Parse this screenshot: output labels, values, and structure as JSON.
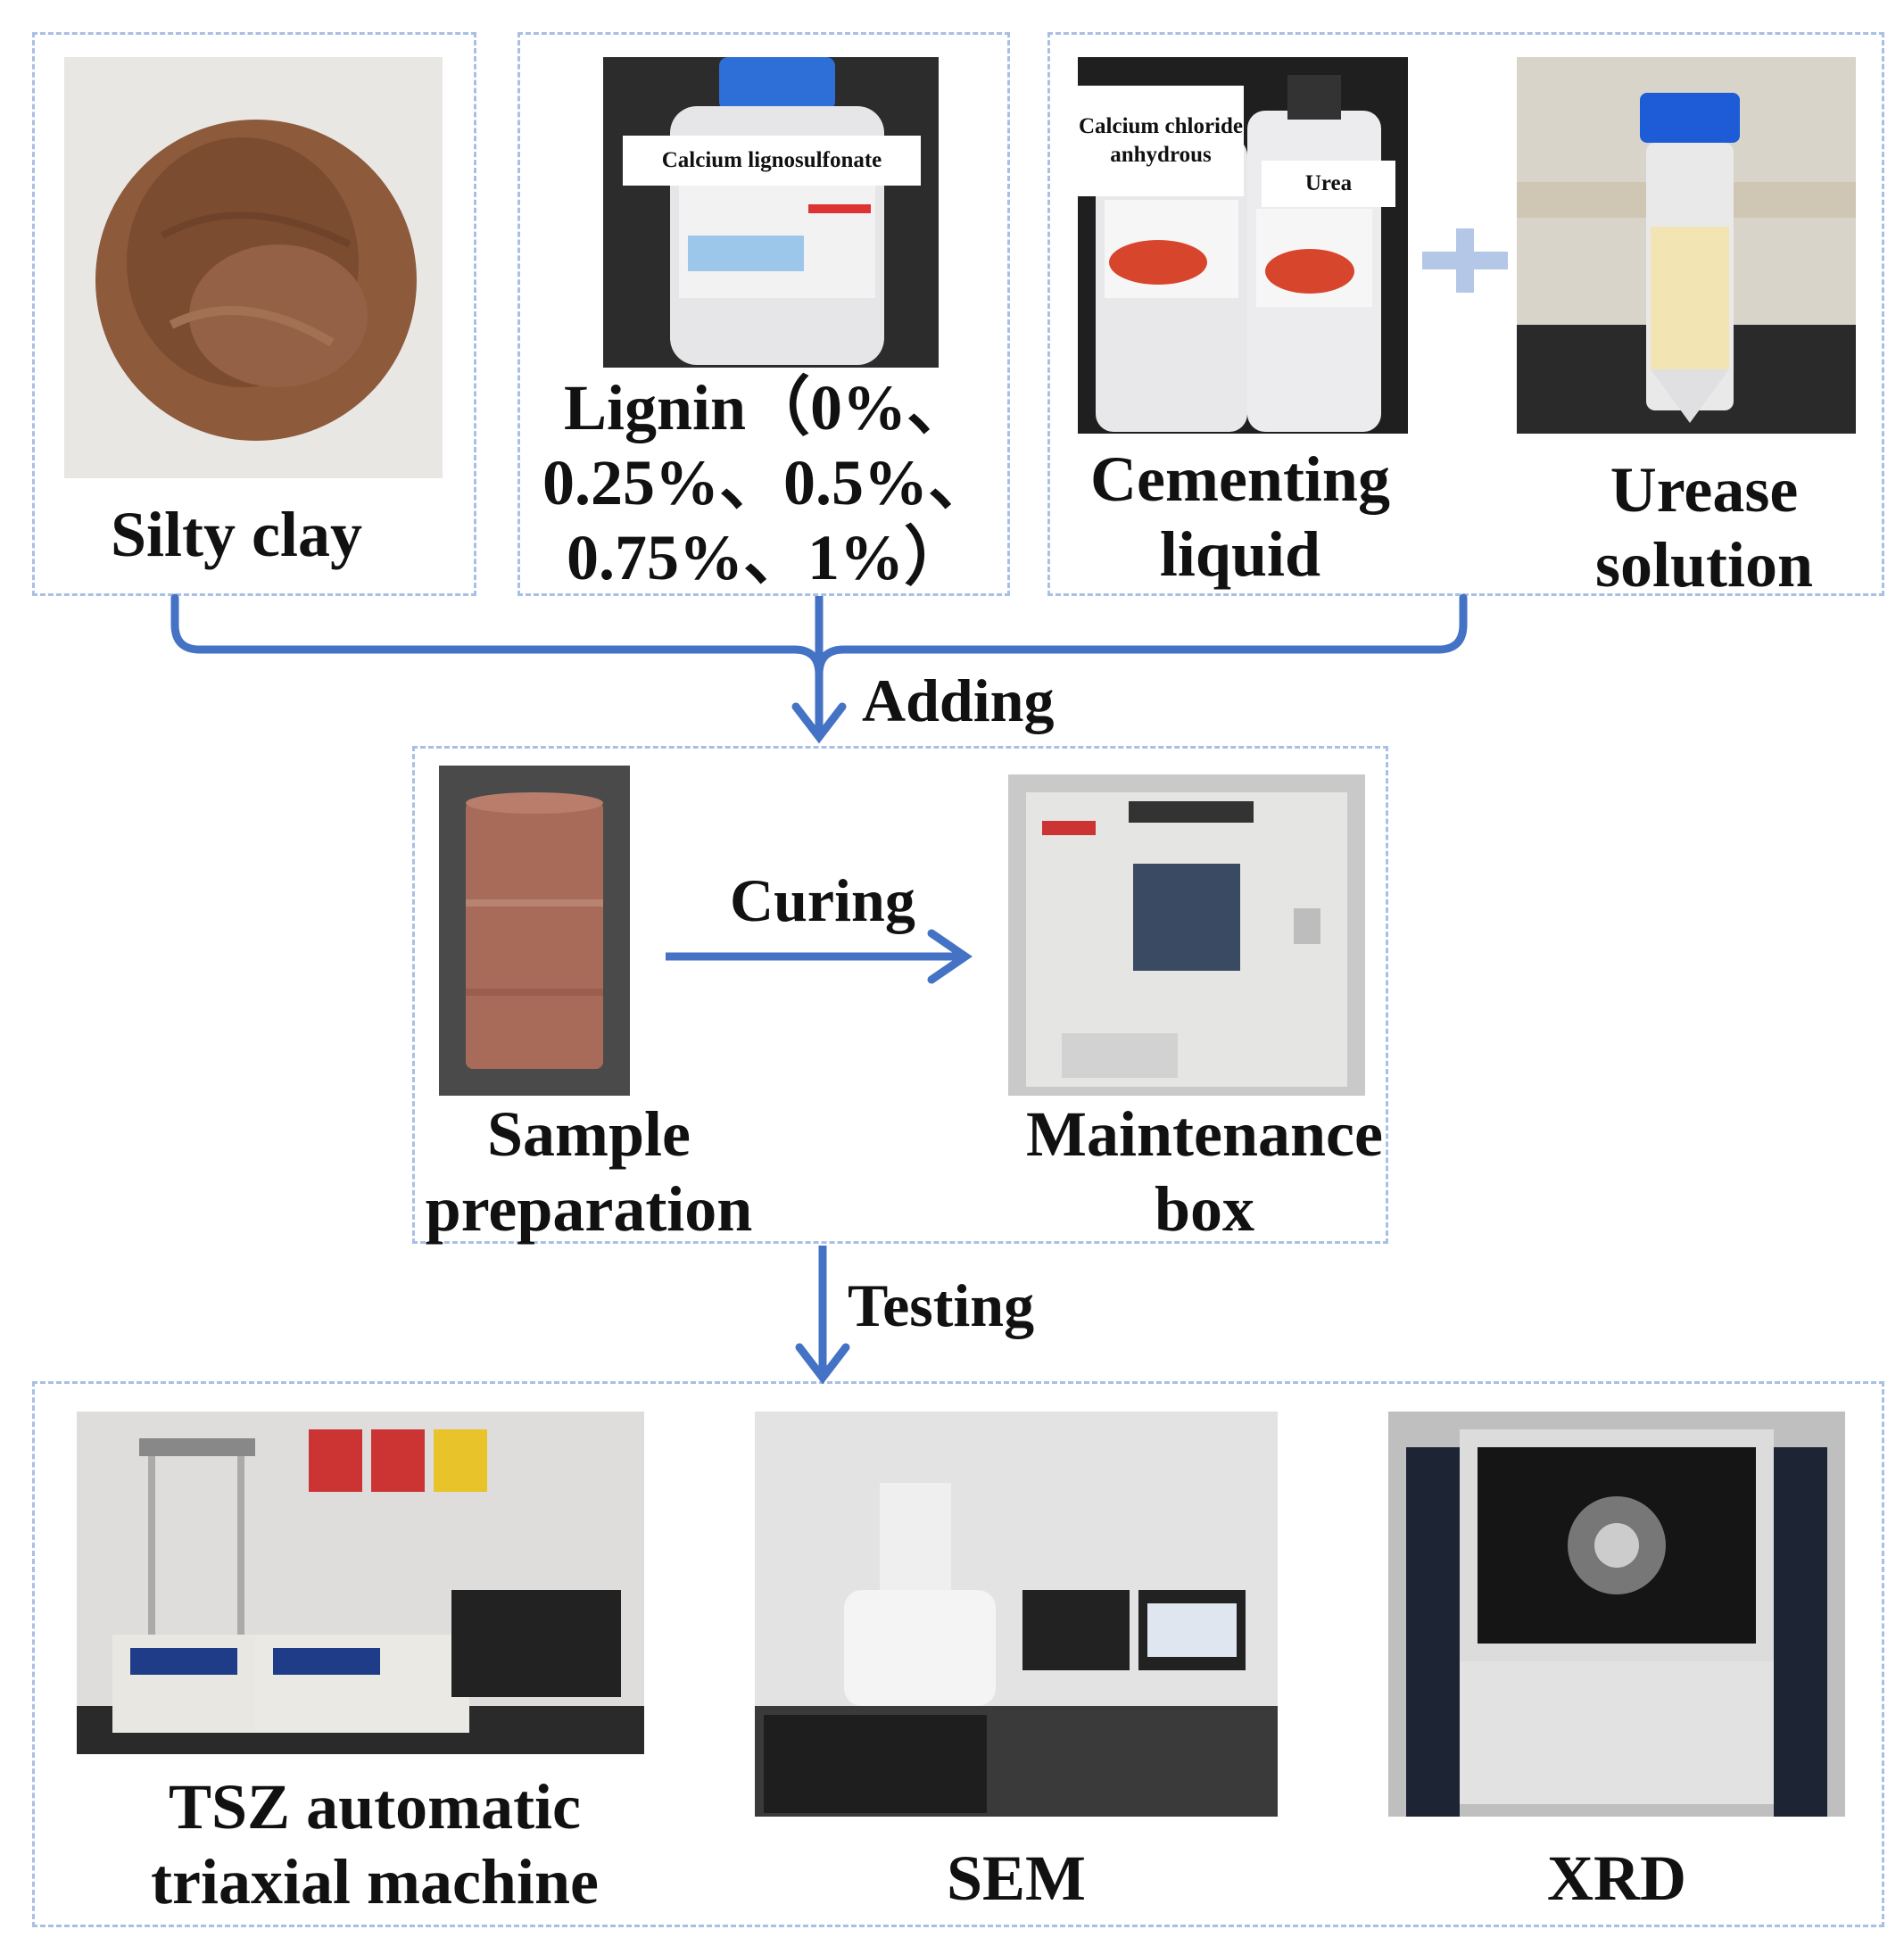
{
  "top": {
    "silty_clay": {
      "label": "Silty clay"
    },
    "lignin": {
      "label_line1": "Lignin（0%、",
      "label_line2": "0.25%、0.5%、",
      "label_line3": "0.75%、1%）",
      "bottle_tag": "Calcium lignosulfonate"
    },
    "cementing": {
      "label_line1": "Cementing",
      "label_line2": "liquid",
      "tag_cacl2": "Calcium chloride anhydrous",
      "tag_urea": "Urea"
    },
    "urease": {
      "label_line1": "Urease",
      "label_line2": "solution"
    }
  },
  "arrows": {
    "adding": "Adding",
    "curing": "Curing",
    "testing": "Testing"
  },
  "middle": {
    "sample": {
      "label_line1": "Sample",
      "label_line2": "preparation"
    },
    "box": {
      "label_line1": "Maintenance",
      "label_line2": "box"
    }
  },
  "bottom": {
    "tsz": {
      "label_line1": "TSZ automatic",
      "label_line2": "triaxial machine"
    },
    "sem": {
      "label": "SEM"
    },
    "xrd": {
      "label": "XRD"
    }
  },
  "colors": {
    "arrow": "#4472c4",
    "dashed_border": "#a9bfe3",
    "plus": "#b4c7e7"
  }
}
